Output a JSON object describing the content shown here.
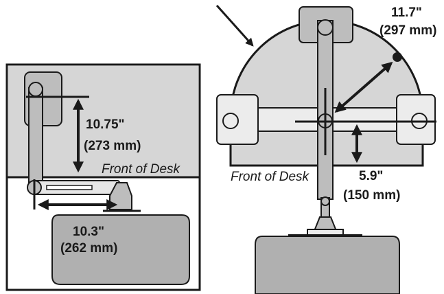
{
  "left_panel": {
    "height_dim": {
      "inches": "10.75\"",
      "mm": "(273 mm)"
    },
    "front_label": "Front of Desk",
    "reach_dim": {
      "inches": "10.3\"",
      "mm": "(262 mm)"
    }
  },
  "right_panel": {
    "radius_dim": {
      "inches": "11.7\"",
      "mm": "(297 mm)"
    },
    "front_label": "Front of Desk",
    "offset_dim": {
      "inches": "5.9\"",
      "mm": "(150 mm)"
    }
  },
  "colors": {
    "desk": "#d6d6d6",
    "part": "#bdbdbd",
    "light_part": "#ececec",
    "keyboard": "#b0b0b0",
    "line": "#1a1a1a"
  }
}
